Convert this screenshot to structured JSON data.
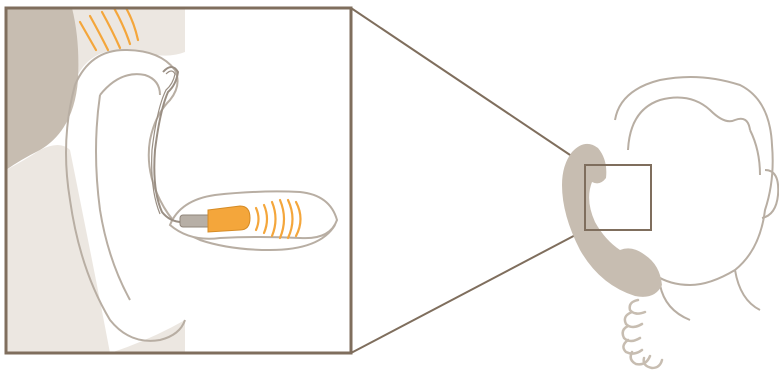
{
  "diagram": {
    "subject": "hearing-aid-receiver-in-canal-with-telephone-handset",
    "colors": {
      "background": "#ffffff",
      "panel_fill": "#ece7e1",
      "skin_shade": "#c7bdb1",
      "frame": "#7f6e5d",
      "outline": "#b8aea3",
      "wire": "#9a8f84",
      "receiver_orange": "#f4a63b",
      "receiver_body": "#b7afa6",
      "sound_waves": "#f4a63b"
    },
    "icons": [
      "ear-closeup",
      "hearing-aid-receiver",
      "sound-waves",
      "head-outline",
      "telephone-handset",
      "coiled-phone-cord"
    ]
  }
}
